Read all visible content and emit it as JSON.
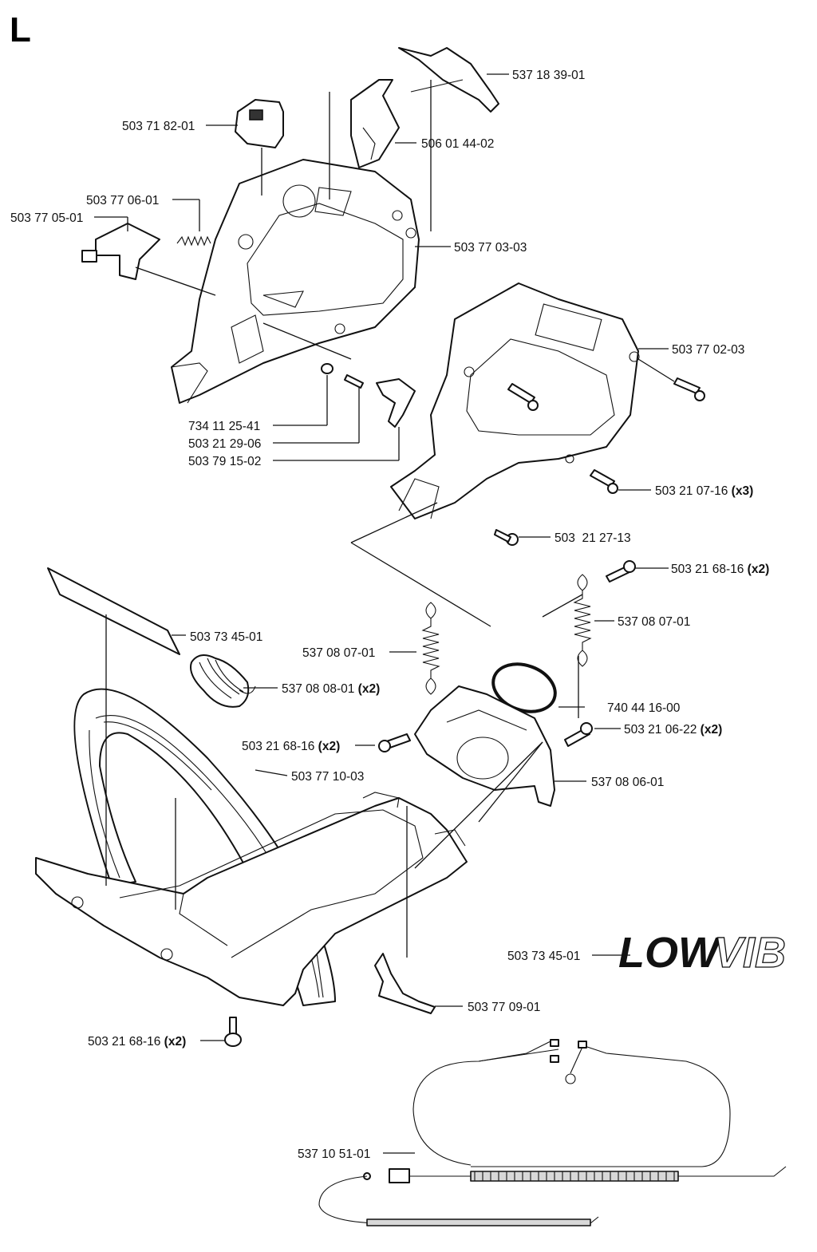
{
  "section": "L",
  "callouts": {
    "c01": {
      "number": "537 18 39-01",
      "qty": ""
    },
    "c02": {
      "number": "503 71 82-01",
      "qty": ""
    },
    "c03": {
      "number": "506 01 44-02",
      "qty": ""
    },
    "c04": {
      "number": "503 77 06-01",
      "qty": ""
    },
    "c05": {
      "number": "503 77 05-01",
      "qty": ""
    },
    "c06": {
      "number": "503 77 03-03",
      "qty": ""
    },
    "c07": {
      "number": "503 77 02-03",
      "qty": ""
    },
    "c08": {
      "number": "734 11 25-41",
      "qty": ""
    },
    "c09": {
      "number": "503 21 29-06",
      "qty": ""
    },
    "c10": {
      "number": "503 79 15-02",
      "qty": ""
    },
    "c11": {
      "number": "503 21 07-16",
      "qty": "(x3)"
    },
    "c12": {
      "number": "503  21 27-13",
      "qty": ""
    },
    "c13": {
      "number": "503 21 68-16",
      "qty": "(x2)"
    },
    "c14": {
      "number": "537 08 07-01",
      "qty": ""
    },
    "c15": {
      "number": "503 73 45-01",
      "qty": ""
    },
    "c16": {
      "number": "537 08 07-01",
      "qty": ""
    },
    "c17": {
      "number": "537 08 08-01",
      "qty": "(x2)"
    },
    "c18": {
      "number": "740 44 16-00",
      "qty": ""
    },
    "c19": {
      "number": "503 21 68-16",
      "qty": "(x2)"
    },
    "c20": {
      "number": "503 21 06-22",
      "qty": "(x2)"
    },
    "c21": {
      "number": "503 77 10-03",
      "qty": ""
    },
    "c22": {
      "number": "537 08 06-01",
      "qty": ""
    },
    "c23": {
      "number": "503 73 45-01",
      "qty": ""
    },
    "c24": {
      "number": "503 77 09-01",
      "qty": ""
    },
    "c25": {
      "number": "503 21 68-16",
      "qty": "(x2)"
    },
    "c26": {
      "number": "537 10 51-01",
      "qty": ""
    }
  },
  "decal": {
    "text_solid": "LOW",
    "text_outline": "VIB"
  }
}
